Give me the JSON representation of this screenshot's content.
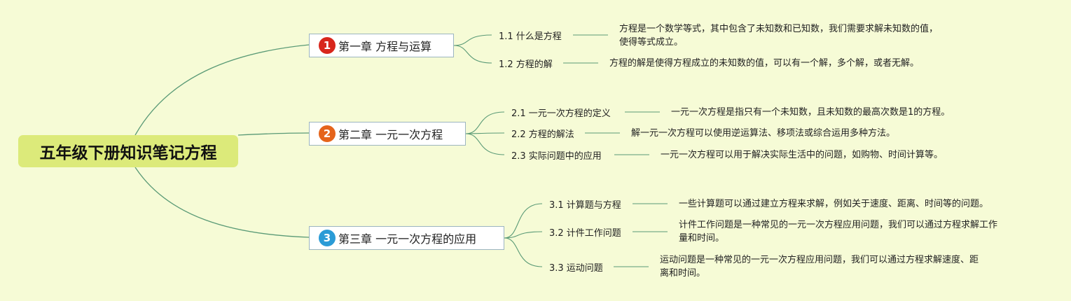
{
  "root": "五年级下册知识笔记方程",
  "colors": {
    "background": "#f6fbd6",
    "root_fill": "#dcea7a",
    "line": "#5a9a76",
    "chapter_border": "#9cb5c0",
    "badge_1": "#d8261c",
    "badge_2": "#e5641b",
    "badge_3": "#2a9bd6"
  },
  "chapters": [
    {
      "number": "1",
      "title": "第一章 方程与运算",
      "topics": [
        {
          "label": "1.1 什么是方程",
          "note_lines": [
            "方程是一个数学等式，其中包含了未知数和已知数，我们需要求解未知数的值，",
            "使得等式成立。"
          ]
        },
        {
          "label": "1.2 方程的解",
          "note_lines": [
            "方程的解是使得方程成立的未知数的值，可以有一个解，多个解，或者无解。"
          ]
        }
      ]
    },
    {
      "number": "2",
      "title": "第二章 一元一次方程",
      "topics": [
        {
          "label": "2.1 一元一次方程的定义",
          "note_lines": [
            "一元一次方程是指只有一个未知数，且未知数的最高次数是1的方程。"
          ]
        },
        {
          "label": "2.2 方程的解法",
          "note_lines": [
            "解一元一次方程可以使用逆运算法、移项法或综合运用多种方法。"
          ]
        },
        {
          "label": "2.3 实际问题中的应用",
          "note_lines": [
            "一元一次方程可以用于解决实际生活中的问题，如购物、时间计算等。"
          ]
        }
      ]
    },
    {
      "number": "3",
      "title": "第三章 一元一次方程的应用",
      "topics": [
        {
          "label": "3.1 计算题与方程",
          "note_lines": [
            "一些计算题可以通过建立方程来求解，例如关于速度、距离、时间等的问题。"
          ]
        },
        {
          "label": "3.2 计件工作问题",
          "note_lines": [
            "计件工作问题是一种常见的一元一次方程应用问题，我们可以通过方程求解工作",
            "量和时间。"
          ]
        },
        {
          "label": "3.3 运动问题",
          "note_lines": [
            "运动问题是一种常见的一元一次方程应用问题，我们可以通过方程求解速度、距",
            "离和时间。"
          ]
        }
      ]
    }
  ]
}
